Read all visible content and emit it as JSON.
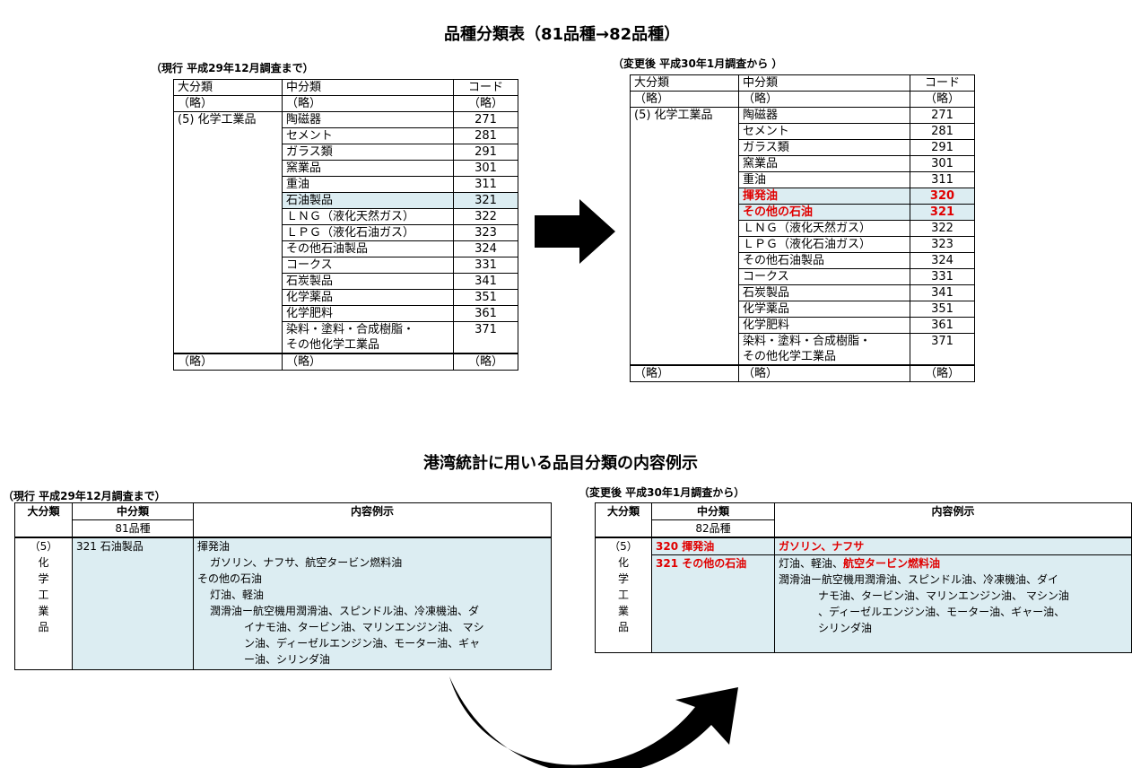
{
  "titles": {
    "top": "品種分類表（81品種→82品種）",
    "bottom": "港湾統計に用いる品目分類の内容例示"
  },
  "top_left": {
    "caption": "（現行 平成29年12月調査まで）",
    "headers": [
      "大分類",
      "中分類",
      "コード"
    ],
    "ryaku_row": [
      "（略）",
      "（略）",
      "（略）"
    ],
    "major": "(5) 化学工業品",
    "rows": [
      {
        "name": "陶磁器",
        "code": "271"
      },
      {
        "name": "セメント",
        "code": "281"
      },
      {
        "name": "ガラス類",
        "code": "291"
      },
      {
        "name": "窯業品",
        "code": "301"
      },
      {
        "name": "重油",
        "code": "311"
      },
      {
        "name": "石油製品",
        "code": "321"
      },
      {
        "name": "ＬＮＧ（液化天然ガス）",
        "code": "322"
      },
      {
        "name": "ＬＰＧ（液化石油ガス）",
        "code": "323"
      },
      {
        "name": "その他石油製品",
        "code": "324"
      },
      {
        "name": "コークス",
        "code": "331"
      },
      {
        "name": "石炭製品",
        "code": "341"
      },
      {
        "name": "化学薬品",
        "code": "351"
      },
      {
        "name": "化学肥料",
        "code": "361"
      }
    ],
    "last_name_1": "染料・塗料・合成樹脂・",
    "last_name_2": "その他化学工業品",
    "last_code": "371",
    "footer": [
      "（略）",
      "（略）",
      "（略）"
    ]
  },
  "top_right": {
    "caption": "（変更後 平成30年1月調査から ）",
    "headers": [
      "大分類",
      "中分類",
      "コード"
    ],
    "ryaku_row": [
      "（略）",
      "（略）",
      "（略）"
    ],
    "major": "(5) 化学工業品",
    "rows": [
      {
        "name": "陶磁器",
        "code": "271"
      },
      {
        "name": "セメント",
        "code": "281"
      },
      {
        "name": "ガラス類",
        "code": "291"
      },
      {
        "name": "窯業品",
        "code": "301"
      },
      {
        "name": "重油",
        "code": "311"
      },
      {
        "name": "揮発油",
        "code": "320"
      },
      {
        "name": "その他の石油",
        "code": "321"
      },
      {
        "name": "ＬＮＧ（液化天然ガス）",
        "code": "322"
      },
      {
        "name": "ＬＰＧ（液化石油ガス）",
        "code": "323"
      },
      {
        "name": "その他石油製品",
        "code": "324"
      },
      {
        "name": "コークス",
        "code": "331"
      },
      {
        "name": "石炭製品",
        "code": "341"
      },
      {
        "name": "化学薬品",
        "code": "351"
      },
      {
        "name": "化学肥料",
        "code": "361"
      }
    ],
    "last_name_1": "染料・塗料・合成樹脂・",
    "last_name_2": "その他化学工業品",
    "last_code": "371",
    "footer": [
      "（略）",
      "（略）",
      "（略）"
    ]
  },
  "bottom_left": {
    "caption": "（現行 平成29年12月調査まで）",
    "h_major": "大分類",
    "h_mid": "中分類",
    "h_count": "81品種",
    "h_content": "内容例示",
    "major_num": "（5）",
    "major_chars": [
      "化",
      "学",
      "工",
      "業",
      "品"
    ],
    "mid": "321 石油製品",
    "lines": [
      "揮発油",
      "ガソリン、ナフサ、航空タービン燃料油",
      "その他の石油",
      "灯油、軽油",
      "潤滑油ー航空機用潤滑油、スピンドル油、冷凍機油、ダ",
      "イナモ油、タービン油、マリンエンジン油、 マシ",
      "ン油、ディーゼルエンジン油、モーター油、ギャ",
      "ー油、シリンダ油"
    ]
  },
  "bottom_right": {
    "caption": "（変更後 平成30年1月調査から）",
    "h_major": "大分類",
    "h_mid": "中分類",
    "h_count": "82品種",
    "h_content": "内容例示",
    "major_num": "（5）",
    "major_chars": [
      "化",
      "学",
      "工",
      "業",
      "品"
    ],
    "mid1": "320 揮発油",
    "mid2": "321 その他の石油",
    "content1": "ガソリン、ナフサ",
    "content2_a": "灯油、軽油、",
    "content2_b": "航空タービン燃料油",
    "lines": [
      "潤滑油ー航空機用潤滑油、スピンドル油、冷凍機油、ダイ",
      "ナモ油、タービン油、マリンエンジン油、 マシン油",
      "、ディーゼルエンジン油、モーター油、ギャー油、",
      "シリンダ油"
    ]
  }
}
